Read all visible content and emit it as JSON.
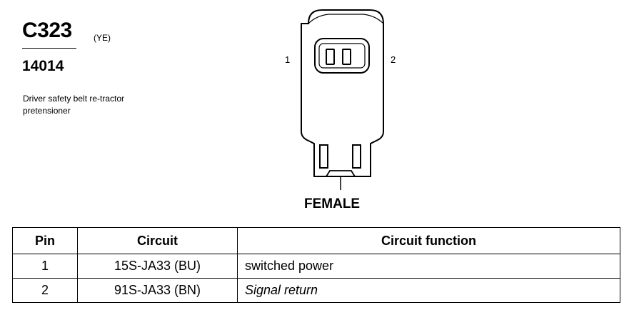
{
  "connector": {
    "id": "C323",
    "color_code": "(YE)",
    "part_number": "14014",
    "description": "Driver safety belt re-tractor pretensioner"
  },
  "diagram": {
    "pin_left_label": "1",
    "pin_right_label": "2",
    "view_label": "FEMALE"
  },
  "table": {
    "headers": [
      "Pin",
      "Circuit",
      "Circuit function"
    ],
    "rows": [
      {
        "pin": "1",
        "circuit": "15S-JA33 (BU)",
        "function": "switched power"
      },
      {
        "pin": "2",
        "circuit": "91S-JA33 (BN)",
        "function": "Signal return"
      }
    ]
  }
}
